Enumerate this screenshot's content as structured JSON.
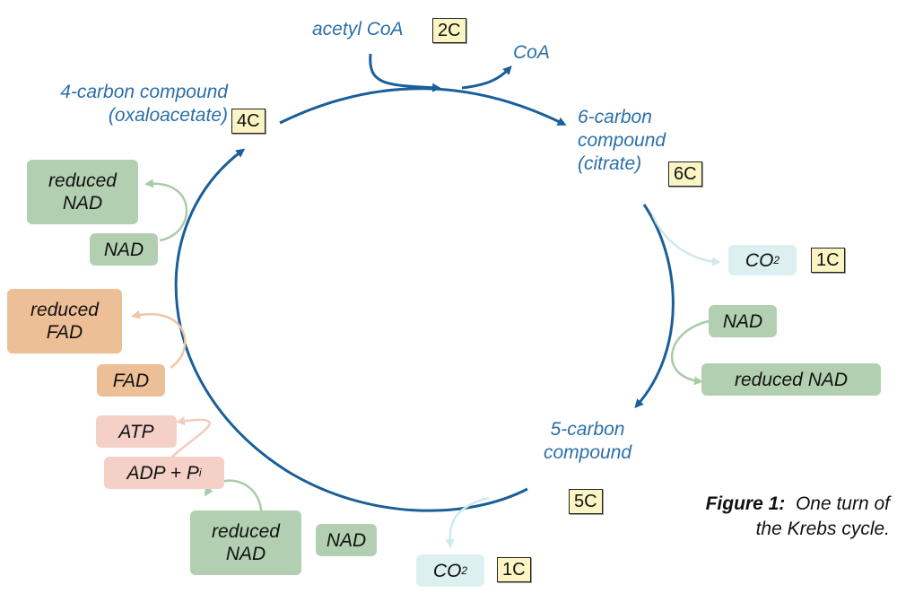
{
  "inputs": {
    "acetyl_coa": "acetyl CoA",
    "acetyl_coa_carbons": "2C",
    "coa_out": "CoA"
  },
  "compounds": {
    "four_carbon": {
      "line1": "4-carbon compound",
      "line2": "(oxaloacetate)",
      "carbons": "4C"
    },
    "six_carbon": {
      "line1": "6-carbon",
      "line2": "compound",
      "line3": "(citrate)",
      "carbons": "6C"
    },
    "five_carbon": {
      "line1": "5-carbon",
      "line2": "compound",
      "carbons": "5C"
    }
  },
  "products": {
    "co2_top": {
      "label": "CO",
      "sub": "2",
      "carbons": "1C"
    },
    "nad_right": {
      "in": "NAD",
      "out": "reduced NAD"
    },
    "co2_bottom": {
      "label": "CO",
      "sub": "2",
      "carbons": "1C"
    },
    "nad_bottom": {
      "in": "NAD",
      "out_line1": "reduced",
      "out_line2": "NAD"
    },
    "atp": {
      "out": "ATP",
      "in": "ADP + P",
      "in_sub": "i"
    },
    "fad": {
      "in": "FAD",
      "out_line1": "reduced",
      "out_line2": "FAD"
    },
    "nad_left": {
      "in": "NAD",
      "out_line1": "reduced",
      "out_line2": "NAD"
    }
  },
  "caption": {
    "label": "Figure 1:",
    "text1": "One turn of",
    "text2": "the Krebs cycle."
  },
  "colors": {
    "cycle": "#1a5e9a",
    "text": "#2a6fa8",
    "green": "#b2d0b1",
    "orange": "#edbf97",
    "pink": "#f4d0c6",
    "cyan": "#dcf0f1",
    "carbon_box": "#fbf5c3"
  }
}
